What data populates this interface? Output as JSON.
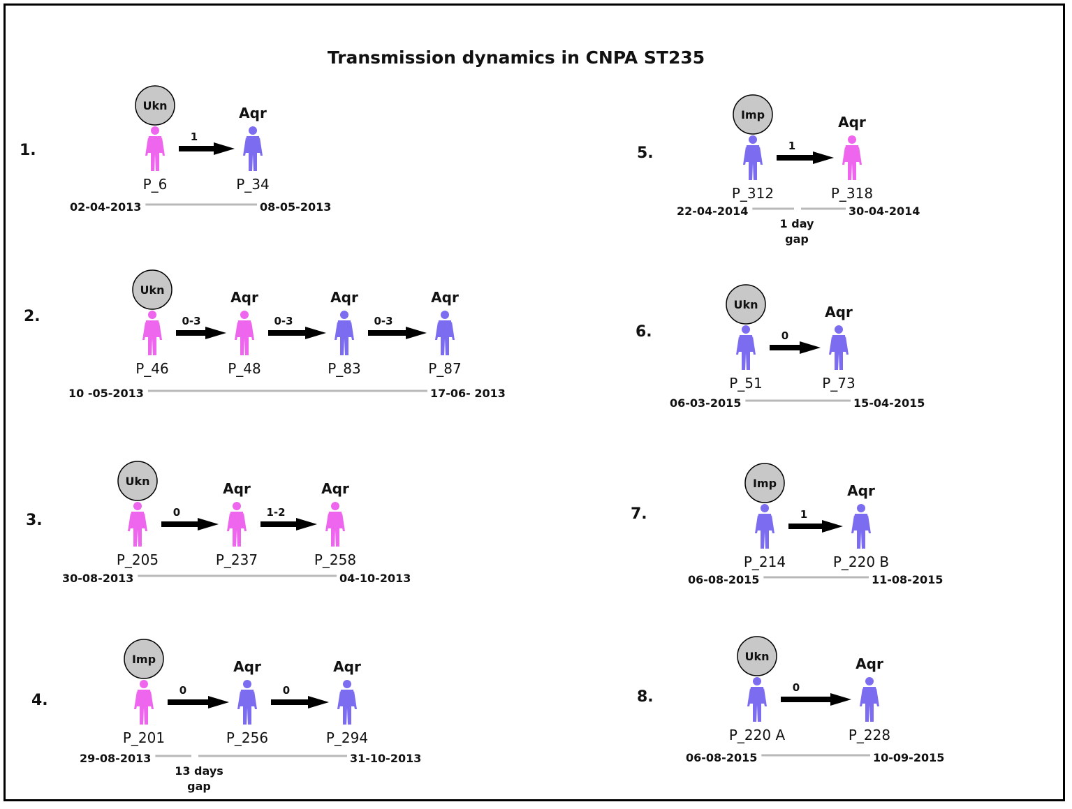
{
  "title": "Transmission dynamics in CNPA ST235",
  "colors": {
    "female": "#ee66ee",
    "male": "#7b6cf0",
    "source_fill": "#c8c8c8",
    "arrow": "#000000",
    "timeline": "#b8b8b8"
  },
  "icons": {
    "person": "person-icon",
    "source": "circle-badge",
    "arrow": "arrow-right-icon"
  },
  "chains": [
    {
      "number": "1.",
      "source": "Ukn",
      "patients": [
        {
          "id": "P_6",
          "sex": "female",
          "label": ""
        },
        {
          "id": "P_34",
          "sex": "male",
          "label": "Aqr"
        }
      ],
      "links": [
        "1"
      ],
      "start_date": "02-04-2013",
      "end_date": "08-05-2013",
      "gap": ""
    },
    {
      "number": "2.",
      "source": "Ukn",
      "patients": [
        {
          "id": "P_46",
          "sex": "female",
          "label": ""
        },
        {
          "id": "P_48",
          "sex": "female",
          "label": "Aqr"
        },
        {
          "id": "P_83",
          "sex": "male",
          "label": "Aqr"
        },
        {
          "id": "P_87",
          "sex": "male",
          "label": "Aqr"
        }
      ],
      "links": [
        "0-3",
        "0-3",
        "0-3"
      ],
      "start_date": "10 -05-2013",
      "end_date": "17-06- 2013",
      "gap": ""
    },
    {
      "number": "3.",
      "source": "Ukn",
      "patients": [
        {
          "id": "P_205",
          "sex": "female",
          "label": ""
        },
        {
          "id": "P_237",
          "sex": "female",
          "label": "Aqr"
        },
        {
          "id": "P_258",
          "sex": "female",
          "label": "Aqr"
        }
      ],
      "links": [
        "0",
        "1-2"
      ],
      "start_date": "30-08-2013",
      "end_date": "04-10-2013",
      "gap": ""
    },
    {
      "number": "4.",
      "source": "Imp",
      "patients": [
        {
          "id": "P_201",
          "sex": "female",
          "label": ""
        },
        {
          "id": "P_256",
          "sex": "male",
          "label": "Aqr"
        },
        {
          "id": "P_294",
          "sex": "male",
          "label": "Aqr"
        }
      ],
      "links": [
        "0",
        "0"
      ],
      "start_date": "29-08-2013",
      "end_date": "31-10-2013",
      "gap": "13 days gap"
    },
    {
      "number": "5.",
      "source": "Imp",
      "patients": [
        {
          "id": "P_312",
          "sex": "male",
          "label": ""
        },
        {
          "id": "P_318",
          "sex": "female",
          "label": "Aqr"
        }
      ],
      "links": [
        "1"
      ],
      "start_date": "22-04-2014",
      "end_date": "30-04-2014",
      "gap": "1 day gap"
    },
    {
      "number": "6.",
      "source": "Ukn",
      "patients": [
        {
          "id": "P_51",
          "sex": "male",
          "label": ""
        },
        {
          "id": "P_73",
          "sex": "male",
          "label": "Aqr"
        }
      ],
      "links": [
        "0"
      ],
      "start_date": "06-03-2015",
      "end_date": "15-04-2015",
      "gap": ""
    },
    {
      "number": "7.",
      "source": "Imp",
      "patients": [
        {
          "id": "P_214",
          "sex": "male",
          "label": ""
        },
        {
          "id": "P_220 B",
          "sex": "male",
          "label": "Aqr"
        }
      ],
      "links": [
        "1"
      ],
      "start_date": "06-08-2015",
      "end_date": "11-08-2015",
      "gap": ""
    },
    {
      "number": "8.",
      "source": "Ukn",
      "patients": [
        {
          "id": "P_220 A",
          "sex": "male",
          "label": ""
        },
        {
          "id": "P_228",
          "sex": "male",
          "label": "Aqr"
        }
      ],
      "links": [
        "0"
      ],
      "start_date": "06-08-2015",
      "end_date": "10-09-2015",
      "gap": ""
    }
  ]
}
